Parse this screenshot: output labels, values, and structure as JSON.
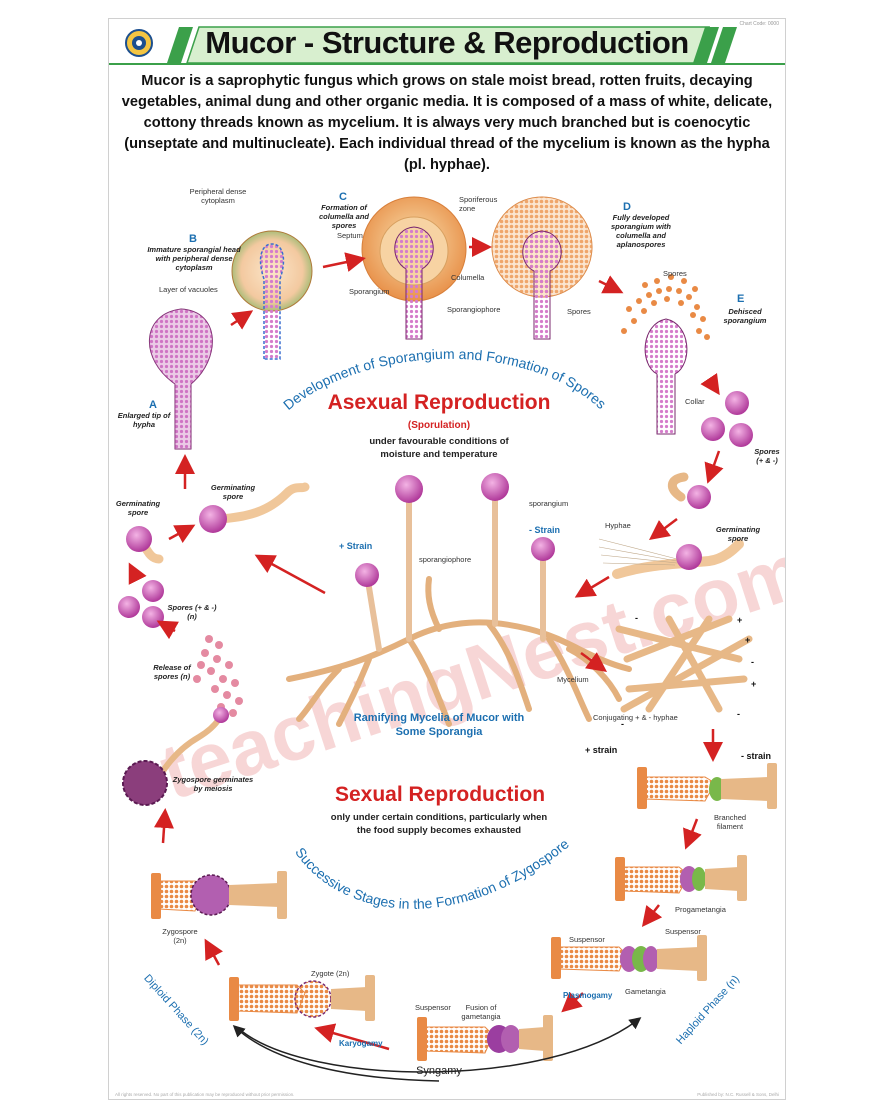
{
  "title": "Mucor - Structure & Reproduction",
  "publisher_tag": "Chart Code: 0000",
  "intro": "Mucor is a saprophytic fungus which grows on stale moist bread, rotten fruits, decaying vegetables, animal dung and other organic media. It is composed of a mass of white, delicate, cottony threads known as mycelium. It is always very much branched but is coenocytic (unseptate and multinucleate). Each individual thread of the mycelium is known as the hypha (pl. hyphae).",
  "asexual": {
    "arc_title": "Development of Sporangium and Formation of Spores",
    "title": "Asexual Reproduction",
    "subtitle": "(Sporulation)",
    "condition": "under favourable conditions of moisture and temperature",
    "steps": {
      "a_letter": "A",
      "a_label": "Enlarged tip of hypha",
      "b_letter": "B",
      "b_label": "Immature sporangial head with peripheral dense cytoplasm",
      "c_letter": "C",
      "c_label": "Formation of columella and spores",
      "d_letter": "D",
      "d_label": "Fully developed sporangium with columella and aplanospores",
      "e_letter": "E",
      "e_label": "Dehisced sporangium"
    },
    "labels": {
      "peripheral": "Peripheral dense cytoplasm",
      "vacuoles": "Layer of vacuoles",
      "sporiferous": "Sporiferous zone",
      "septum": "Septum",
      "columella": "Columella",
      "sporangium": "Sporangium",
      "sporangiophore": "Sporangiophore",
      "spores": "Spores",
      "spores_top": "Spores",
      "collar": "Collar",
      "spores_pm": "Spores (+ & -)",
      "germ_right": "Germinating spore",
      "hyphae": "Hyphae",
      "germ_left_top": "Germinating spore",
      "germ_left": "Germinating spore",
      "spores_left": "Spores (+ & -) (n)",
      "release": "Release of spores (n)",
      "sporangium_center": "sporangium",
      "sporangiophore_center": "sporangiophore",
      "mycelium": "Mycelium",
      "plus_strain": "+ Strain",
      "minus_strain": "- Strain"
    },
    "mycelia_caption": "Ramifying Mycelia of Mucor with Some Sporangia"
  },
  "sexual": {
    "arc_title": "Successive Stages in the Formation of Zygospore",
    "title": "Sexual Reproduction",
    "condition": "only under certain conditions, particularly when the food supply becomes exhausted",
    "labels": {
      "conjugating": "Conjugating + & - hyphae",
      "plus_strain": "+ strain",
      "minus_strain": "- strain",
      "branched": "Branched filament",
      "progametangia": "Progametangia",
      "suspensor_l": "Suspensor",
      "suspensor_r": "Suspensor",
      "gametangia": "Gametangia",
      "plasmogamy": "Plasmogamy",
      "fusion": "Fusion of gametangia",
      "suspensor_b": "Suspensor",
      "karyogamy": "Karyogamy",
      "zygote": "Zygote (2n)",
      "zygospore": "Zygospore (2n)",
      "zygo_germ": "Zygospore germinates by meiosis",
      "diploid": "Diploid Phase (2n)",
      "haploid": "Haploid Phase (n)",
      "syngamy": "Syngamy"
    },
    "polarity": [
      "+",
      "+",
      "-",
      "+",
      "-",
      "-",
      "-"
    ]
  },
  "footer_left": "All rights reserved. No part of this publication may be reproduced without prior permission.",
  "footer_right": "Published by: N.C. Russell & Sons, Delhi"
}
